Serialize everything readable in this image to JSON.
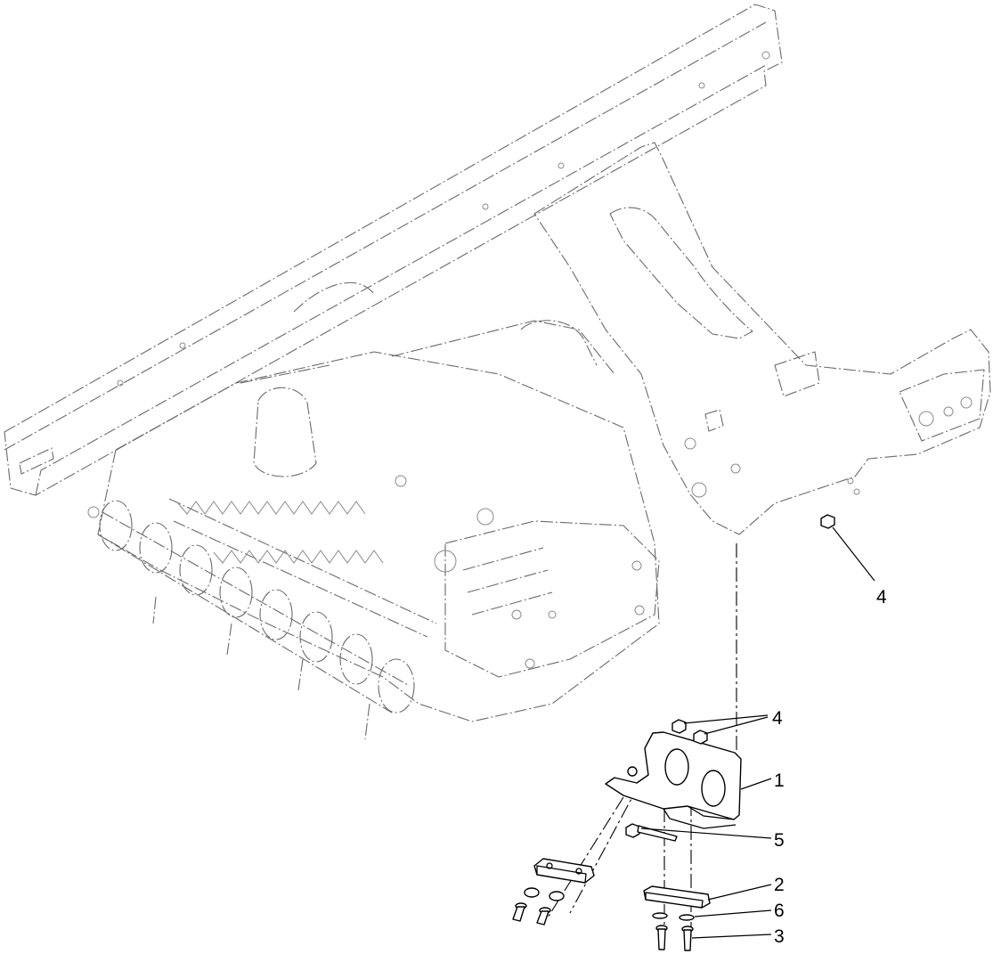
{
  "callouts": {
    "c1": "1",
    "c2": "2",
    "c3": "3",
    "c4_frame": "4",
    "c4_bracket": "4",
    "c5": "5",
    "c6": "6"
  }
}
